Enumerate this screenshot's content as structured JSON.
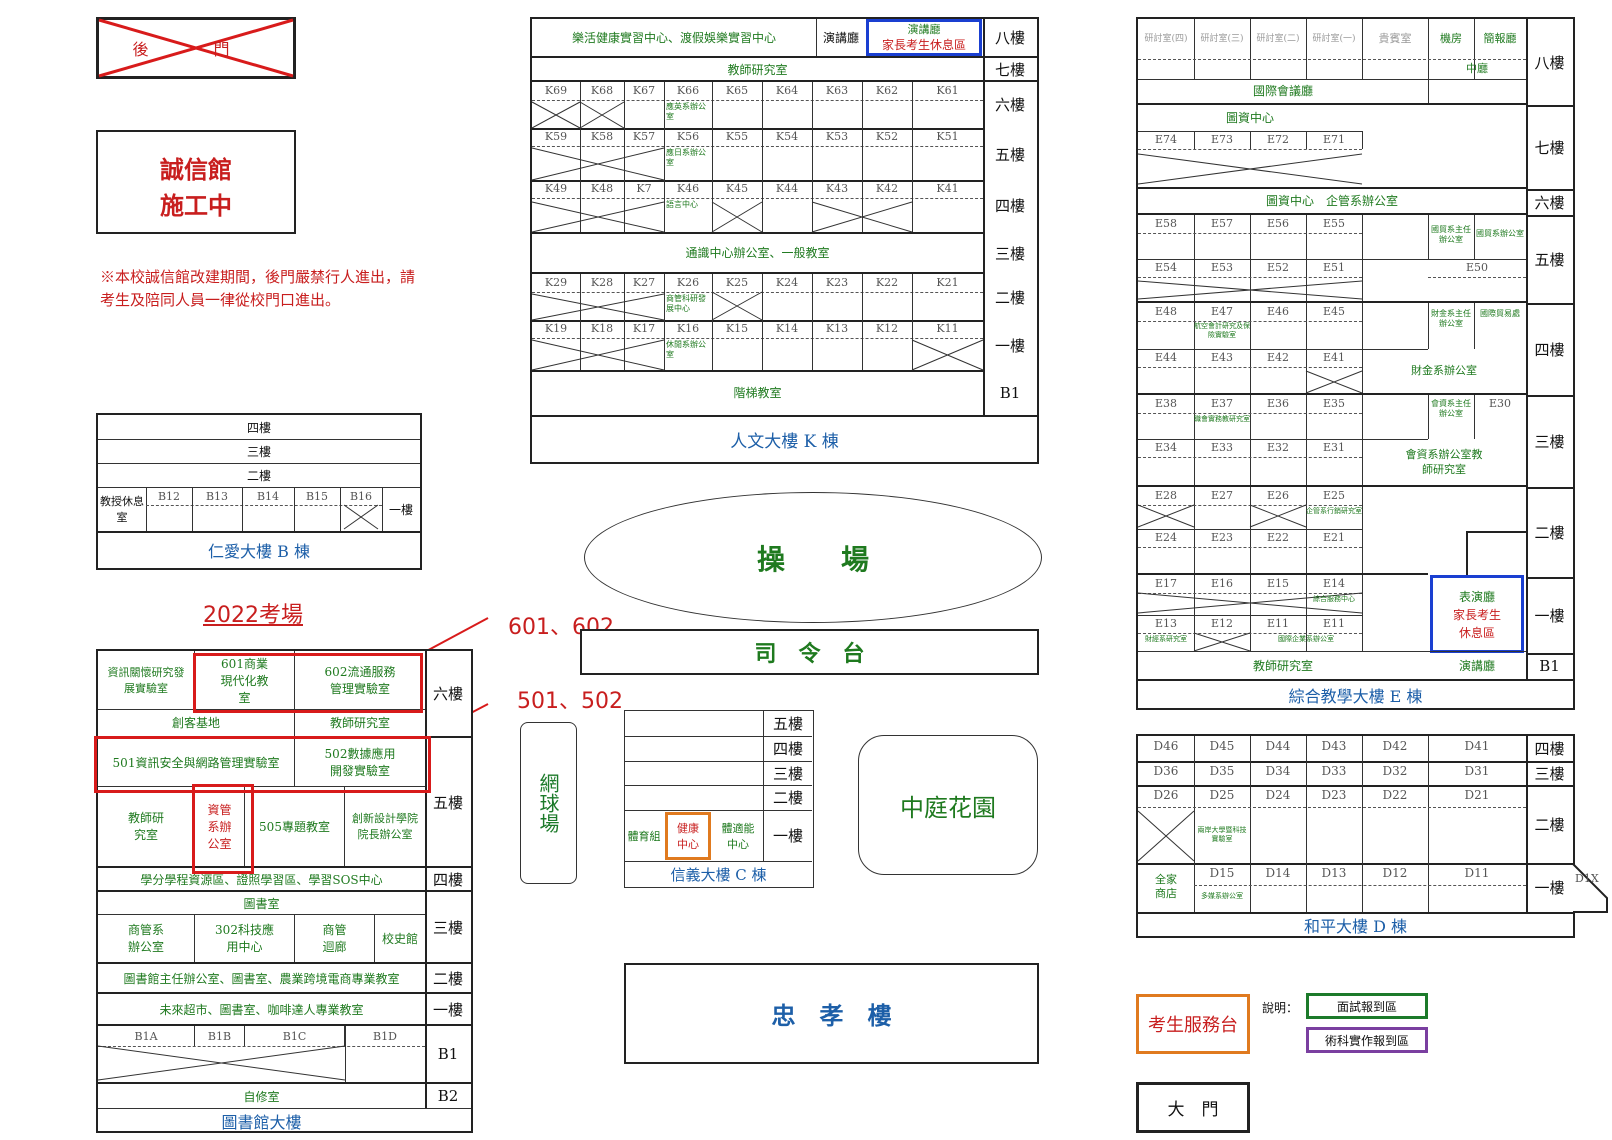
{
  "back_gate": "後 門",
  "chengxin": {
    "line1": "誠信館",
    "line2": "施工中"
  },
  "notice": "※本校誠信館改建期間，後門嚴禁行人進出，請考生及陪同人員一律從校門口進出。",
  "exam_year_label": "2022考場",
  "callouts": {
    "c601": "601、602",
    "c501": "501、502"
  },
  "b_building": {
    "title": "仁愛大樓 B 棟",
    "floors": [
      "四樓",
      "三樓",
      "二樓",
      "一樓"
    ],
    "rooms": [
      "B12",
      "B13",
      "B14",
      "B15",
      "B16"
    ],
    "lounge": "教授休息室"
  },
  "k_building": {
    "title": "人文大樓 K 棟",
    "floors": [
      "八樓",
      "七樓",
      "六樓",
      "五樓",
      "四樓",
      "三樓",
      "二樓",
      "一樓",
      "B1"
    ],
    "f8_main": "樂活健康實習中心、渡假娛樂實習中心",
    "f8_hall": "演講廳",
    "f8_blue_top": "演講廳",
    "f8_blue_bottom": "家長考生休息區",
    "f7": "教師研究室",
    "f6": [
      "K69",
      "K68",
      "K67",
      "K66",
      "K65",
      "K64",
      "K63",
      "K62",
      "K61"
    ],
    "f6_note": "應英系辦公室",
    "f5": [
      "K59",
      "K58",
      "K57",
      "K56",
      "K55",
      "K54",
      "K53",
      "K52",
      "K51"
    ],
    "f5_note": "應日系辦公室",
    "f4": [
      "K49",
      "K48",
      "K7",
      "K46",
      "K45",
      "K44",
      "K43",
      "K42",
      "K41"
    ],
    "f4_note": "語言中心",
    "f3": "通識中心辦公室、一般教室",
    "f2": [
      "K29",
      "K28",
      "K27",
      "K26",
      "K25",
      "K24",
      "K23",
      "K22",
      "K21"
    ],
    "f2_note": "商管科研發展中心",
    "f1": [
      "K19",
      "K18",
      "K17",
      "K16",
      "K15",
      "K14",
      "K13",
      "K12",
      "K11"
    ],
    "f1_note": "休閒系辦公室",
    "b1": "階梯教室"
  },
  "playground": "操　　場",
  "podium": "司　令　台",
  "tennis": "網球場",
  "courtyard": "中庭花園",
  "zhongxiao": "忠　孝　樓",
  "c_building": {
    "title": "信義大樓 C 棟",
    "floors": [
      "五樓",
      "四樓",
      "三樓",
      "二樓",
      "一樓"
    ],
    "f1_rooms": [
      "體育組",
      "健康中心",
      "體適能中心"
    ]
  },
  "library": {
    "title": "圖書館大樓",
    "floors": [
      "六樓",
      "五樓",
      "四樓",
      "三樓",
      "二樓",
      "一樓",
      "B1",
      "B2"
    ],
    "f6_rooms": [
      "資訊關懷研究發展實驗室",
      "601商業現代化教室",
      "602流通服務管理實驗室"
    ],
    "f6_sub": [
      "創客基地",
      "教師研究室"
    ],
    "f5_top": [
      "501資訊安全與網路管理實驗室",
      "502數據應用開發實驗室"
    ],
    "f5_rooms": [
      "教師研究室",
      "資管系辦公室",
      "505專題教室",
      "創新設計學院院長辦公室"
    ],
    "f4": "學分學程資源區、證照學習區、學習SOS中心",
    "f3_top": "圖書室",
    "f3_rooms": [
      "商管系辦公室",
      "302科技應用中心",
      "商管迴廊",
      "校史館"
    ],
    "f2": "圖書館主任辦公室、圖書室、農業跨境電商專業教室",
    "f1": "未來超市、圖書室、咖啡達人專業教室",
    "b1_rooms": [
      "B1A",
      "B1B",
      "B1C",
      "B1D"
    ],
    "b2": "自修室"
  },
  "e_building": {
    "title": "綜合教學大樓 E 棟",
    "floors": [
      "八樓",
      "七樓",
      "六樓",
      "五樓",
      "四樓",
      "三樓",
      "二樓",
      "一樓",
      "B1"
    ],
    "f8_rooms": [
      "研討室(四)",
      "研討室(三)",
      "研討室(二)",
      "研討室(一)",
      "貴賓室",
      "機房",
      "簡報廳"
    ],
    "f8_mid": "中廳",
    "f8_bottom": "國際會議廳",
    "f7_top": "圖資中心",
    "f7": [
      "E74",
      "E73",
      "E72",
      "E71"
    ],
    "f6": "圖資中心　企管系辦公室",
    "f5a": [
      "E58",
      "E57",
      "E56",
      "E55"
    ],
    "f5a_offices": [
      "國貿系主任辦公室",
      "國貿系辦公室"
    ],
    "f5b": [
      "E54",
      "E53",
      "E52",
      "E51"
    ],
    "f5b_big": "E50",
    "f4a": [
      "E48",
      "E47",
      "E46",
      "E45"
    ],
    "f4a_note": "航空會計研究及保險實驗室",
    "f4a_offices": [
      "財金系主任辦公室",
      "國際貿易處"
    ],
    "f4b": [
      "E44",
      "E43",
      "E42",
      "E41"
    ],
    "f4b_office": "財金系辦公室",
    "f3a": [
      "E38",
      "E37",
      "E36",
      "E35"
    ],
    "f3a_note": "職會實務教研究室",
    "f3a_offices": [
      "會資系主任辦公室",
      "E30"
    ],
    "f3b": [
      "E34",
      "E33",
      "E32",
      "E31"
    ],
    "f3b_office": "會資系辦公室教師研究室",
    "f2a": [
      "E28",
      "E27",
      "E26",
      "E25"
    ],
    "f2a_note": "企管系行銷研究室",
    "f2b": [
      "E24",
      "E23",
      "E22",
      "E21"
    ],
    "f1a": [
      "E17",
      "E16",
      "E15",
      "E14"
    ],
    "f1a_note": "綜合服務中心",
    "f1b": [
      "E13",
      "E12",
      "E11",
      "E11"
    ],
    "f1b_notes": [
      "財經系研究室",
      "國際企業系辦公室"
    ],
    "f1_blue": [
      "表演廳",
      "家長考生",
      "休息區"
    ],
    "b1_left": "教師研究室",
    "b1_right": "演講廳"
  },
  "d_building": {
    "title": "和平大樓 D 棟",
    "floors": [
      "四樓",
      "三樓",
      "二樓",
      "一樓"
    ],
    "f4": [
      "D46",
      "D45",
      "D44",
      "D43",
      "D42",
      "D41"
    ],
    "f3": [
      "D36",
      "D35",
      "D34",
      "D33",
      "D32",
      "D31"
    ],
    "f2": [
      "D26",
      "D25",
      "D24",
      "D23",
      "D22",
      "D21"
    ],
    "f2_note": "兩岸大學暨科技實驗室",
    "f1": [
      "全家商店",
      "D15",
      "D14",
      "D13",
      "D12",
      "D11"
    ],
    "f1_note": "多媒系辦公室",
    "d1x": "D1X"
  },
  "legend": {
    "service": "考生服務台",
    "label": "說明：",
    "green": "面試報到區",
    "purple": "術科實作報到區",
    "gate": "大　門"
  },
  "colors": {
    "red": "#d81b1b",
    "blue": "#1a3fd1",
    "orange": "#e07a1f",
    "green": "#1c7a2a",
    "purple": "#7a3fa0"
  }
}
